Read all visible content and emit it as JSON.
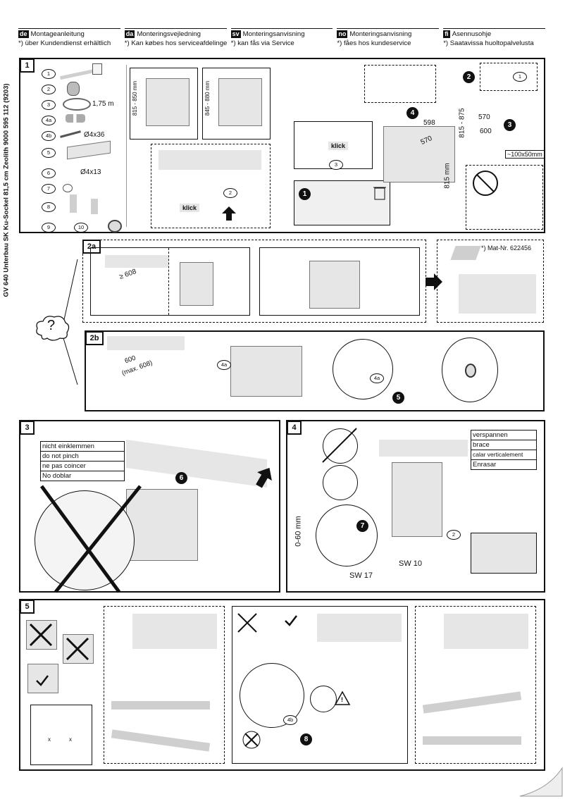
{
  "header": {
    "languages": [
      {
        "code": "de",
        "title": "Montageanleitung",
        "note": "*) über Kundendienst erhältlich"
      },
      {
        "code": "da",
        "title": "Monteringsvejledning",
        "note": "*) Kan købes hos serviceafdelingen"
      },
      {
        "code": "sv",
        "title": "Monteringsanvisning",
        "note": "*) kan fås via Service"
      },
      {
        "code": "no",
        "title": "Monteringsanvisning",
        "note": "*) fåes hos kundeservice"
      },
      {
        "code": "fi",
        "title": "Asennusohje",
        "note": "*) Saatavissa huoltopalvelusta"
      }
    ]
  },
  "side_label": "GV 640 Unterbau SK Ku-Sockel 81,5 cm Zeolith    9000 595 112  (9203)",
  "panel1": {
    "number": "1",
    "parts": [
      "1",
      "2",
      "3",
      "4a",
      "4b",
      "5",
      "6",
      "7",
      "8",
      "9",
      "10"
    ],
    "hose_length": "1,75 m",
    "screw_4b": "Ø4x36",
    "screw_6": "Ø4x13",
    "height_range_1": "815 - 850 mm",
    "height_range_2": "845 - 880 mm",
    "klick_1": "klick",
    "klick_2": "klick",
    "callout_2": "2",
    "callout_3": "3",
    "dim_598": "598",
    "dim_570a": "570",
    "dim_570b": "570",
    "dim_600": "600",
    "dim_815_875": "815 - 875",
    "dim_815mm": "815 mm",
    "dim_100x50": "~100x50mm",
    "steps": [
      "1",
      "2",
      "3",
      "4"
    ],
    "part_ref_1": "1"
  },
  "panel2a": {
    "number": "2a",
    "dim_608": "≥ 608",
    "mat_nr": "*) Mat-Nr. 622456"
  },
  "panel2b": {
    "number": "2b",
    "dim_600": "600",
    "dim_max608": "(max. 608)",
    "part": "4a",
    "step": "5"
  },
  "question": "?",
  "panel3": {
    "number": "3",
    "warnings": [
      "nicht einklemmen",
      "do not pinch",
      "ne pas coincer",
      "No doblar"
    ],
    "step": "6"
  },
  "panel4": {
    "number": "4",
    "brace_labels": [
      "verspannen",
      "brace",
      "calar verticalement",
      "Enrasar"
    ],
    "range": "0-60 mm",
    "sw17": "SW 17",
    "sw10": "SW 10",
    "step": "7",
    "callout_2": "2"
  },
  "panel5": {
    "number": "5",
    "step": "8",
    "part": "4b",
    "mark_x": "x",
    "warning": "!"
  }
}
